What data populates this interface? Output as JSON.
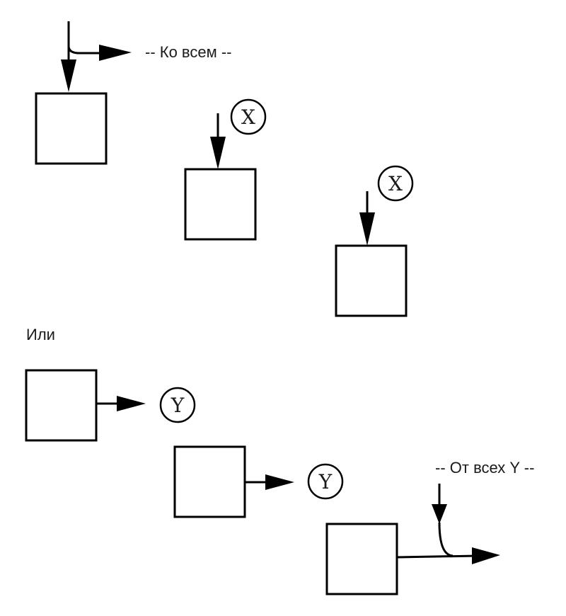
{
  "labels": {
    "to_all": "-- Ко всем --",
    "or": "Или",
    "from_all": "-- От всех Y --"
  },
  "symbols": {
    "x1": "X",
    "x2": "X",
    "y1": "Y",
    "y2": "Y"
  }
}
